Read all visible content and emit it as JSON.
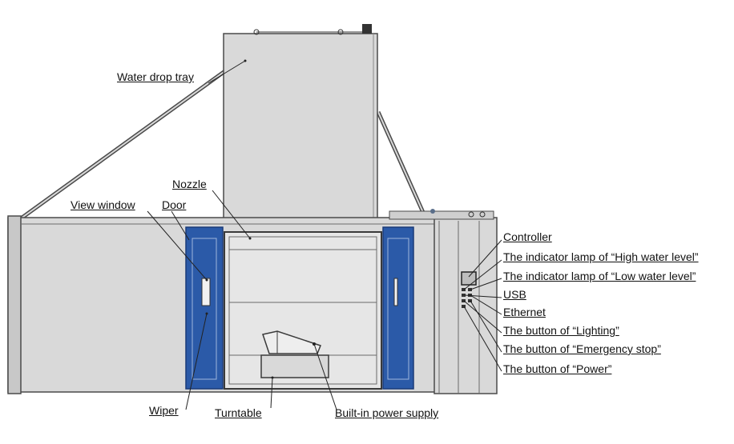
{
  "labels": {
    "water_drop_tray": "Water drop tray",
    "nozzle": "Nozzle",
    "view_window": "View window",
    "door": "Door",
    "controller": "Controller",
    "high_water_lamp": "The indicator lamp of “High water level”",
    "low_water_lamp": "The indicator lamp of “Low water level”",
    "usb": "USB",
    "ethernet": "Ethernet",
    "lighting_button": "The button of “Lighting”",
    "emergency_button": "The button of “Emergency stop”",
    "power_button": "The button of “Power”",
    "wiper": "Wiper",
    "turntable": "Turntable",
    "power_supply": "Built-in power supply"
  },
  "colors": {
    "body": "#d9d9d9",
    "outline": "#4a4a4a",
    "door": "#2b5aa8",
    "interior": "#e6e6e6",
    "leader": "#222222"
  }
}
